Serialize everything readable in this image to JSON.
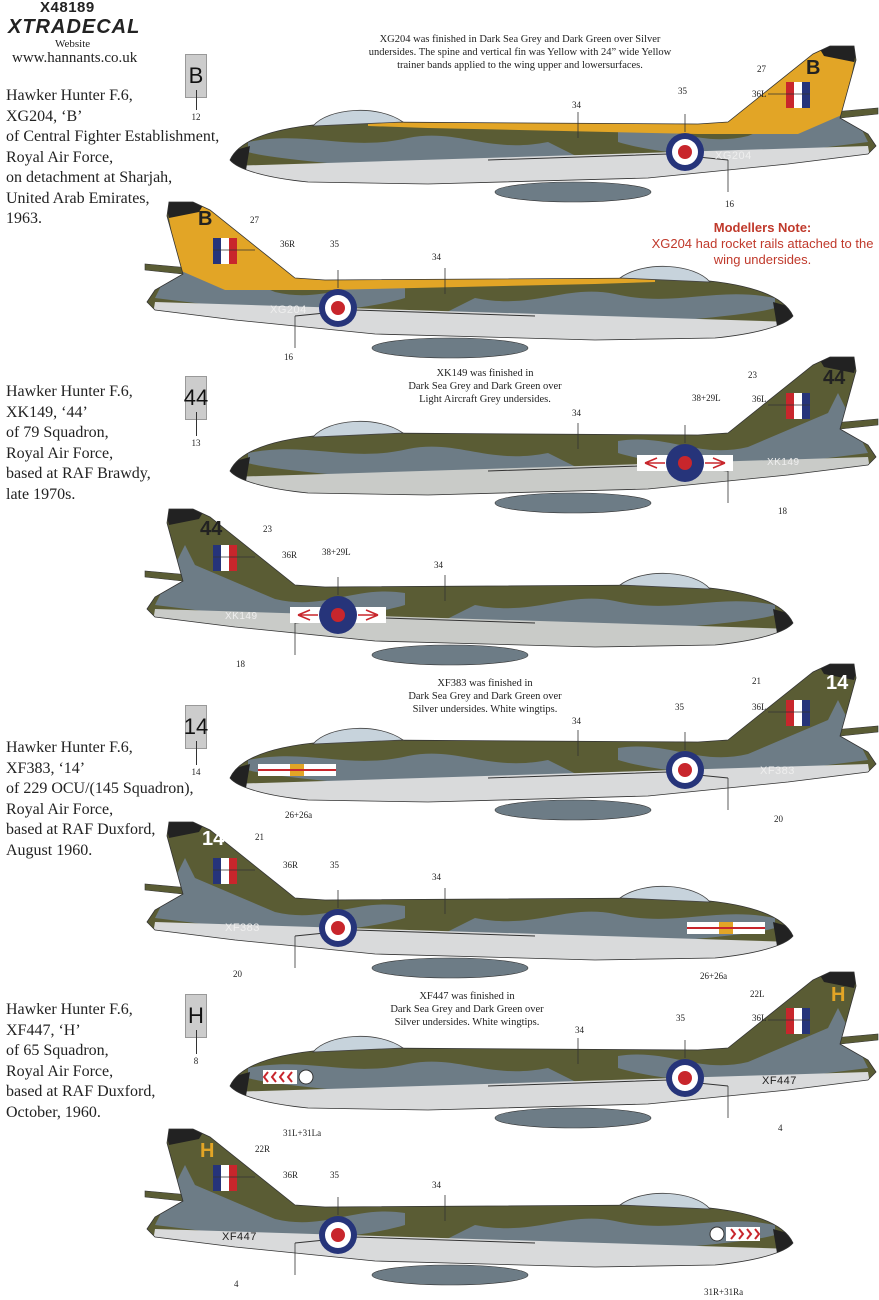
{
  "header": {
    "product_code": "X48189",
    "brand": "XTRADECAL",
    "website_label": "Website",
    "website_url": "www.hannants.co.uk"
  },
  "colors": {
    "dark_green": "#5a5c34",
    "dark_sea_grey": "#6d7c86",
    "silver": "#d9dadb",
    "light_aircraft_grey": "#c9cbc8",
    "yellow": "#e2a526",
    "roundel_blue": "#26347a",
    "roundel_red": "#c8262c",
    "note_red": "#c0392b"
  },
  "modellers_note": {
    "title": "Modellers Note:",
    "text": "XG204 had rocket rails attached to the wing undersides."
  },
  "schemes": [
    {
      "description": [
        "Hawker Hunter F.6,",
        "XG204, ‘B’",
        "of Central Fighter Establishment,",
        "Royal Air Force,",
        "on detachment at Sharjah,",
        "United Arab Emirates,",
        "1963."
      ],
      "note": [
        "XG204 was finished in Dark Sea Grey and Dark Green over Silver",
        "undersides. The spine and vertical fin was Yellow with 24” wide Yellow",
        "trainer bands applied to the wing upper and lowersurfaces."
      ],
      "swatch": {
        "code": "B",
        "decal": "12"
      },
      "serial": "XG204",
      "fin_code": "B",
      "left_profile": {
        "fin_decal": "27",
        "flash_decal": "36L",
        "roundel_decal": "35",
        "wing_decal": "34",
        "serial_decal": "16"
      },
      "right_profile": {
        "fin_decal": "27",
        "flash_decal": "36R",
        "roundel_decal": "35",
        "wing_decal": "34",
        "serial_decal": "16"
      }
    },
    {
      "description": [
        "Hawker Hunter F.6,",
        "XK149, ‘44’",
        "of 79 Squadron,",
        "Royal Air Force,",
        "based at RAF Brawdy,",
        "late 1970s."
      ],
      "note": [
        "XK149 was finished in",
        "Dark Sea Grey and Dark Green over",
        "Light Aircraft Grey undersides."
      ],
      "swatch": {
        "code": "44",
        "decal": "13"
      },
      "serial": "XK149",
      "fin_code": "44",
      "left_profile": {
        "fin_decal": "23",
        "flash_decal": "36L",
        "roundel_decal": "38+29L",
        "wing_decal": "34",
        "serial_decal": "18"
      },
      "right_profile": {
        "fin_decal": "23",
        "flash_decal": "36R",
        "roundel_decal": "38+29L",
        "wing_decal": "34",
        "serial_decal": "18"
      }
    },
    {
      "description": [
        "Hawker Hunter F.6,",
        "XF383, ‘14’",
        "of 229 OCU/(145 Squadron),",
        "Royal Air Force,",
        "based at RAF Duxford,",
        "August 1960."
      ],
      "note": [
        "XF383 was finished in",
        "Dark Sea Grey and Dark Green over",
        "Silver undersides. White wingtips."
      ],
      "swatch": {
        "code": "14",
        "decal": "14"
      },
      "serial": "XF383",
      "fin_code": "14",
      "left_profile": {
        "fin_decal": "21",
        "flash_decal": "36L",
        "roundel_decal": "35",
        "wing_decal": "34",
        "serial_decal": "20",
        "nose_decal": "26+26a"
      },
      "right_profile": {
        "fin_decal": "21",
        "flash_decal": "36R",
        "roundel_decal": "35",
        "wing_decal": "34",
        "serial_decal": "20",
        "nose_decal": "26+26a"
      }
    },
    {
      "description": [
        "Hawker Hunter F.6,",
        "XF447, ‘H’",
        "of 65 Squadron,",
        "Royal Air Force,",
        "based at RAF Duxford,",
        "October, 1960."
      ],
      "note": [
        "XF447 was finished in",
        "Dark Sea Grey and Dark Green over",
        "Silver undersides. White wingtips."
      ],
      "swatch": {
        "code": "H",
        "decal": "8"
      },
      "serial": "XF447",
      "fin_code": "H",
      "left_profile": {
        "fin_decal": "22L",
        "flash_decal": "36L",
        "roundel_decal": "35",
        "wing_decal": "34",
        "serial_decal": "4",
        "nose_decal": "31L+31La"
      },
      "right_profile": {
        "fin_decal": "22R",
        "flash_decal": "36R",
        "roundel_decal": "35",
        "wing_decal": "34",
        "serial_decal": "4",
        "nose_decal": "31R+31Ra"
      }
    }
  ]
}
